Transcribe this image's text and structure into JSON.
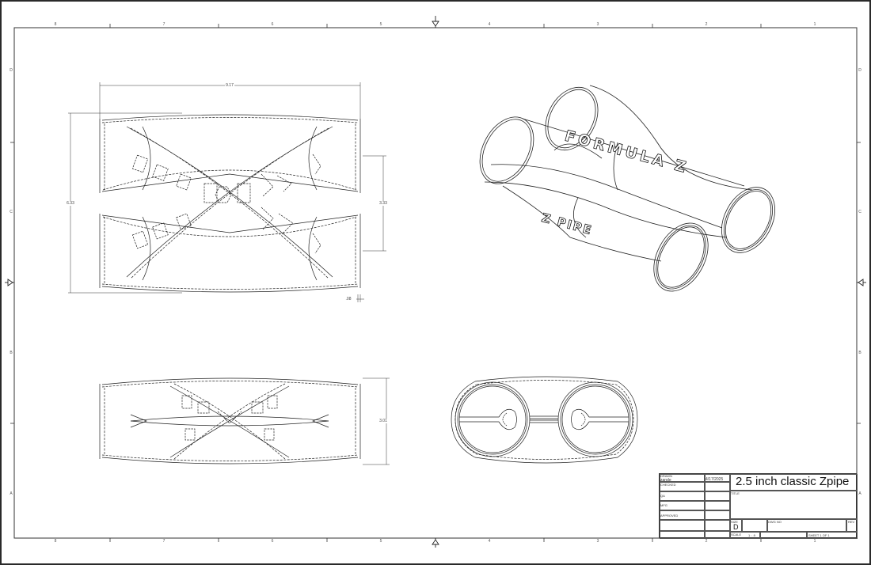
{
  "sheet": {
    "zones_horizontal": [
      "8",
      "7",
      "6",
      "5",
      "4",
      "3",
      "2",
      "1"
    ],
    "zones_vertical": [
      "D",
      "C",
      "B",
      "A"
    ]
  },
  "views": {
    "front": {
      "dim_width": "9.17",
      "dim_height": "6.33",
      "dim_spacing": "3.33",
      "dim_flange": ".08"
    },
    "top": {
      "dim_height": "3.01"
    },
    "isometric": {
      "label_main": "FORMULA Z",
      "label_secondary": "Z PIPE"
    }
  },
  "title_block": {
    "drawn_label": "DRAWN",
    "drawn_by": "zande",
    "drawn_date": "4/17/2025",
    "checked_label": "CHECKED",
    "qa_label": "QA",
    "mfg_label": "MFG",
    "approved_label": "APPROVED",
    "title": "2.5 inch classic Zpipe",
    "title_label": "TITLE",
    "size_label": "SIZE",
    "size_value": "D",
    "dwg_no_label": "DWG NO",
    "rev_label": "REV",
    "scale_label": "SCALE",
    "scale_value": "1 : .9",
    "sheet_text": "SHEET 1  OF 1"
  }
}
